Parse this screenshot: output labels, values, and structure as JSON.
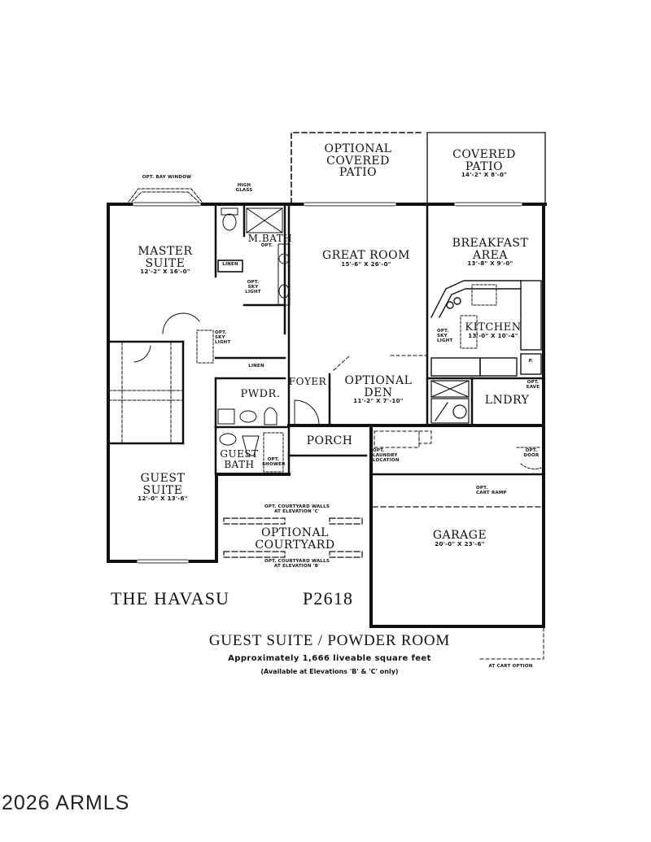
{
  "plan": {
    "name": "THE HAVASU",
    "plan_number": "P2618",
    "subtitle": "GUEST SUITE / POWDER ROOM",
    "area_note": "Approximately 1,666 liveable square feet",
    "availability_note": "(Available at Elevations 'B' & 'C' only)",
    "watermark": "2026 ARMLS"
  },
  "rooms": {
    "optional_covered_patio": {
      "line1": "OPTIONAL",
      "line2": "COVERED",
      "line3": "PATIO"
    },
    "covered_patio": {
      "line1": "COVERED",
      "line2": "PATIO",
      "dims": "14'-2\" X 8'-0\""
    },
    "master_suite": {
      "line1": "MASTER",
      "line2": "SUITE",
      "dims": "12'-2\" X 16'-0\""
    },
    "master_bath": {
      "label": "M.BATH"
    },
    "great_room": {
      "label": "GREAT ROOM",
      "dims": "15'-6\" X 26'-0\""
    },
    "breakfast_area": {
      "line1": "BREAKFAST",
      "line2": "AREA",
      "dims": "13'-8\" X 9'-0\""
    },
    "kitchen": {
      "label": "KITCHEN",
      "dims": "13'-0\" X 10'-4\""
    },
    "foyer": {
      "label": "FOYER"
    },
    "optional_den": {
      "line1": "OPTIONAL",
      "line2": "DEN",
      "dims": "11'-2\" X 7'-10\""
    },
    "powder": {
      "label": "PWDR."
    },
    "laundry": {
      "label": "LNDRY"
    },
    "porch": {
      "label": "PORCH"
    },
    "guest_bath": {
      "line1": "GUEST",
      "line2": "BATH"
    },
    "guest_suite": {
      "line1": "GUEST",
      "line2": "SUITE",
      "dims": "12'-0\" X 13'-6\""
    },
    "optional_courtyard": {
      "line1": "OPTIONAL",
      "line2": "COURTYARD"
    },
    "garage": {
      "label": "GARAGE",
      "dims": "20'-0\" X 23'-6\""
    }
  },
  "notes": {
    "bay_window": "OPT. BAY WINDOW",
    "high_glass_1": "HIGH",
    "high_glass_2": "GLASS",
    "linen_master": "LINEN",
    "linen_hall": "LINEN",
    "skylight_mbath_1": "OPT.",
    "skylight_mbath_2": "SKY",
    "skylight_mbath_3": "LIGHT",
    "opt_tub": "OPT.",
    "skylight_hall_1": "OPT.",
    "skylight_hall_2": "SKY",
    "skylight_hall_3": "LIGHT",
    "skylight_kitchen_1": "OPT.",
    "skylight_kitchen_2": "SKY",
    "skylight_kitchen_3": "LIGHT",
    "pantry": "P.",
    "opt_shower": "OPT. SHOWER",
    "opt_laundry_1": "OPT.",
    "opt_laundry_2": "LAUNDRY",
    "opt_laundry_3": "LOCATION",
    "opt_door_1": "OPT.",
    "opt_door_2": "DOOR",
    "opt_eave_1": "OPT.",
    "opt_eave_2": "EAVE",
    "cart_ramp_1": "OPT.",
    "cart_ramp_2": "CART RAMP",
    "courtyard_walls_c_1": "OPT. COURTYARD WALLS",
    "courtyard_walls_c_2": "AT ELEVATION 'C'",
    "courtyard_walls_b_1": "OPT. COURTYARD WALLS",
    "courtyard_walls_b_2": "AT ELEVATION 'B'",
    "cart_option": "AT CART OPTION"
  }
}
